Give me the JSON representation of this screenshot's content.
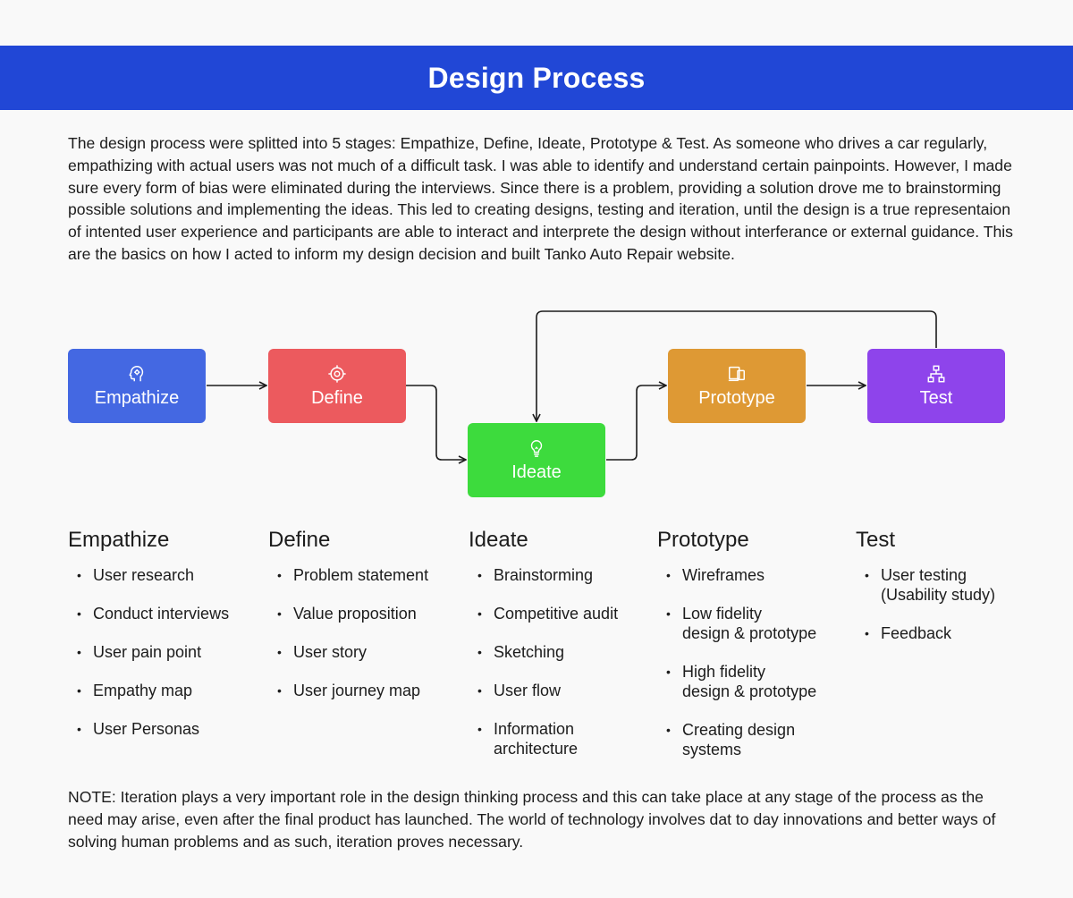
{
  "header": {
    "title": "Design Process"
  },
  "intro": "The design process were splitted into 5 stages: Empathize, Define, Ideate, Prototype & Test. As someone who drives a car regularly, empathizing with actual users was not much of a difficult task. I was able to identify and understand certain painpoints. However, I made sure every form of bias were eliminated during the interviews. Since there is a problem, providing a solution drove me to brainstorming possible solutions and implementing the ideas. This led to creating designs, testing and iteration, until the design is a true representaion of intented user experience and participants are able to interact and interprete the design without interferance or external guidance. This are the basics on how I acted to inform my design decision and built Tanko Auto Repair website.",
  "flow": {
    "stages": [
      {
        "label": "Empathize",
        "icon": "head-gear-icon",
        "color": "#4468e2"
      },
      {
        "label": "Define",
        "icon": "target-icon",
        "color": "#ec5a5e"
      },
      {
        "label": "Ideate",
        "icon": "lightbulb-icon",
        "color": "#3ddb3d"
      },
      {
        "label": "Prototype",
        "icon": "devices-icon",
        "color": "#de9934"
      },
      {
        "label": "Test",
        "icon": "hierarchy-icon",
        "color": "#8e44eb"
      }
    ]
  },
  "details": [
    {
      "title": "Empathize",
      "items": [
        "User research",
        "Conduct interviews",
        "User pain point",
        "Empathy map",
        "User Personas"
      ]
    },
    {
      "title": "Define",
      "items": [
        "Problem statement",
        "Value proposition",
        "User story",
        "User journey map"
      ]
    },
    {
      "title": "Ideate",
      "items": [
        "Brainstorming",
        "Competitive audit",
        "Sketching",
        "User flow",
        "Information\narchitecture"
      ]
    },
    {
      "title": "Prototype",
      "items": [
        "Wireframes",
        "Low fidelity\ndesign & prototype",
        "High fidelity\ndesign & prototype",
        "Creating design\nsystems"
      ]
    },
    {
      "title": "Test",
      "items": [
        "User testing\n(Usability study)",
        "Feedback"
      ]
    }
  ],
  "note": "NOTE: Iteration plays a very important role in the design thinking process and this can take place at any stage of the process as the need may arise, even after the final product has launched. The world of technology involves dat to day innovations and better ways of solving human problems and as such, iteration proves necessary."
}
